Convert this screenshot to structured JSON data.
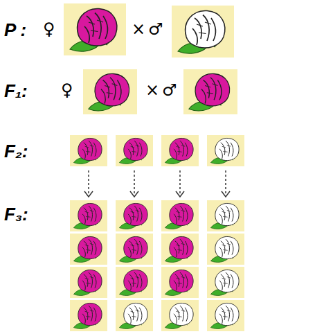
{
  "diagram": {
    "labels": [
      "P :",
      "♀",
      "×",
      "♂",
      "F₁:",
      "♀",
      "×",
      "♂",
      "F₂:",
      "F₃:"
    ]
  }
}
